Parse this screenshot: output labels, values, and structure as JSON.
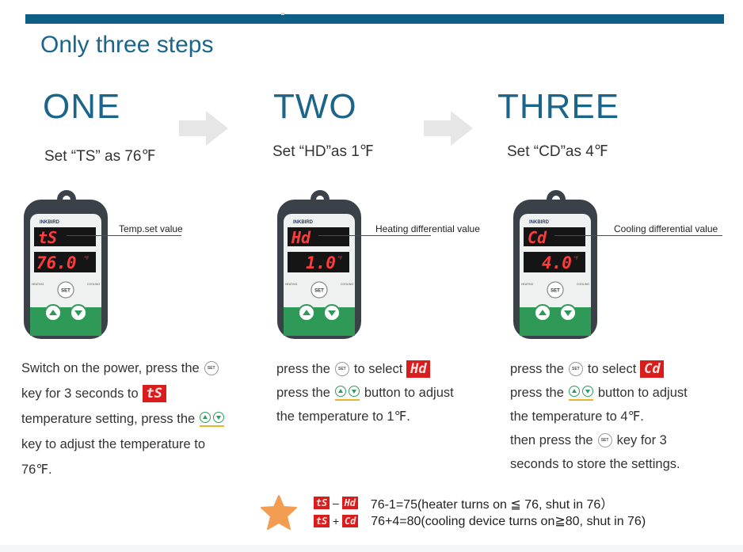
{
  "main_title": "Only three steps",
  "steps": [
    {
      "title": "ONE",
      "subtitle": "Set “TS” as 76℉",
      "callout": "Temp.set value",
      "device_brand": "INKBIRD",
      "display_top": "tS",
      "display_bottom": "76.0",
      "display_unit": "°F",
      "button_label": "SET",
      "label_heating": "HEATING",
      "label_cooling": "COOLING",
      "desc": {
        "l1a": "Switch on the power, press the",
        "l2a": "key for 3 seconds to",
        "l2code": "tS",
        "l3a": "temperature setting, press the",
        "l4a": "key to adjust the temperature to",
        "l5a": "76℉."
      }
    },
    {
      "title": "TWO",
      "subtitle": "Set “HD”as 1℉",
      "callout": "Heating differential value",
      "device_brand": "INKBIRD",
      "display_top": "Hd",
      "display_bottom": "1.0",
      "display_unit": "°F",
      "button_label": "SET",
      "label_heating": "HEATING",
      "label_cooling": "COOLING",
      "desc": {
        "l1a": "press the",
        "l1b": "to select",
        "l1code": "Hd",
        "l2a": "press the",
        "l2b": "button to adjust",
        "l3a": "the temperature to 1℉."
      }
    },
    {
      "title": "THREE",
      "subtitle": "Set “CD”as 4℉",
      "callout": "Cooling differential value",
      "device_brand": "INKBIRD",
      "display_top": "Cd",
      "display_bottom": "4.0",
      "display_unit": "°F",
      "button_label": "SET",
      "label_heating": "HEATING",
      "label_cooling": "COOLING",
      "desc": {
        "l1a": "press the",
        "l1b": "to select",
        "l1code": "Cd",
        "l2a": "press the",
        "l2b": "button to adjust",
        "l3a": "the temperature to 4℉.",
        "l4a": "then press the",
        "l4b": "key for 3",
        "l5a": "seconds to store the settings."
      }
    }
  ],
  "formulas": [
    {
      "code1": "tS",
      "op": "–",
      "code2": "Hd",
      "text": "76-1=75(heater turns on ≦ 76, shut in 76）"
    },
    {
      "code1": "tS",
      "op": "+",
      "code2": "Cd",
      "text": "76+4=80(cooling device turns on≧80, shut in 76)"
    }
  ],
  "colors": {
    "brand_blue": "#1a6589",
    "bar_blue": "#0e5f86",
    "led_red": "#d91c1c",
    "device_green": "#2f9a58",
    "star_orange": "#f29d52"
  }
}
